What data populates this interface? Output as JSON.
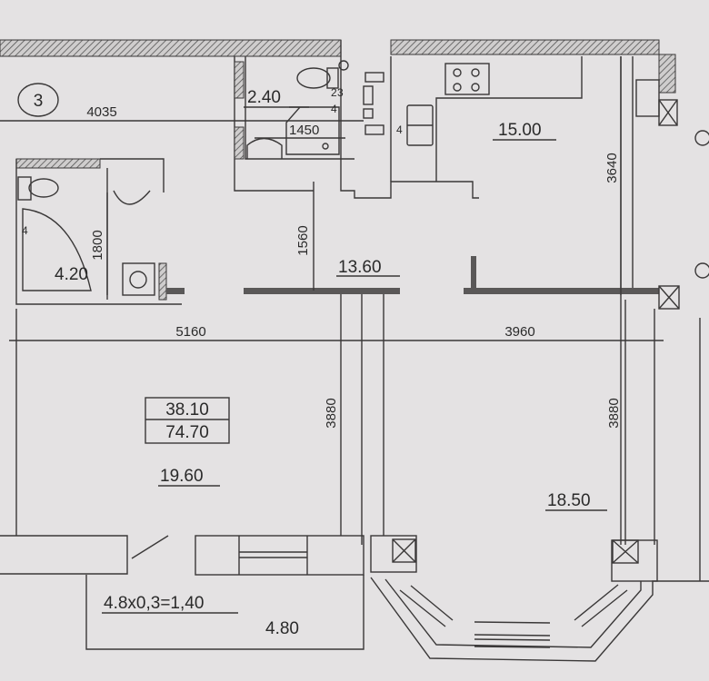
{
  "plan": {
    "apartment_number": "3",
    "total_areas": {
      "living": "38.10",
      "total": "74.70"
    },
    "rooms": {
      "bathroom_small": "2.40",
      "kitchen": "15.00",
      "bathroom_large": "4.20",
      "hall": "13.60",
      "living_room": "19.60",
      "bedroom": "18.50",
      "balcony": "4.80"
    },
    "dimensions": {
      "top_width": "4035",
      "bath_tub": "1450",
      "kitchen_height": "3640",
      "bath_height": "1800",
      "hall_depth": "1560",
      "living_width": "5160",
      "bedroom_width": "3960",
      "living_height": "3880",
      "bedroom_height": "3880"
    },
    "balcony_formula": "4.8x0,3=1,40",
    "riser_marks": [
      "2",
      "3",
      "4",
      "4",
      "4"
    ],
    "colors": {
      "background": "#e4e2e3",
      "lines": "#3a3838"
    }
  }
}
